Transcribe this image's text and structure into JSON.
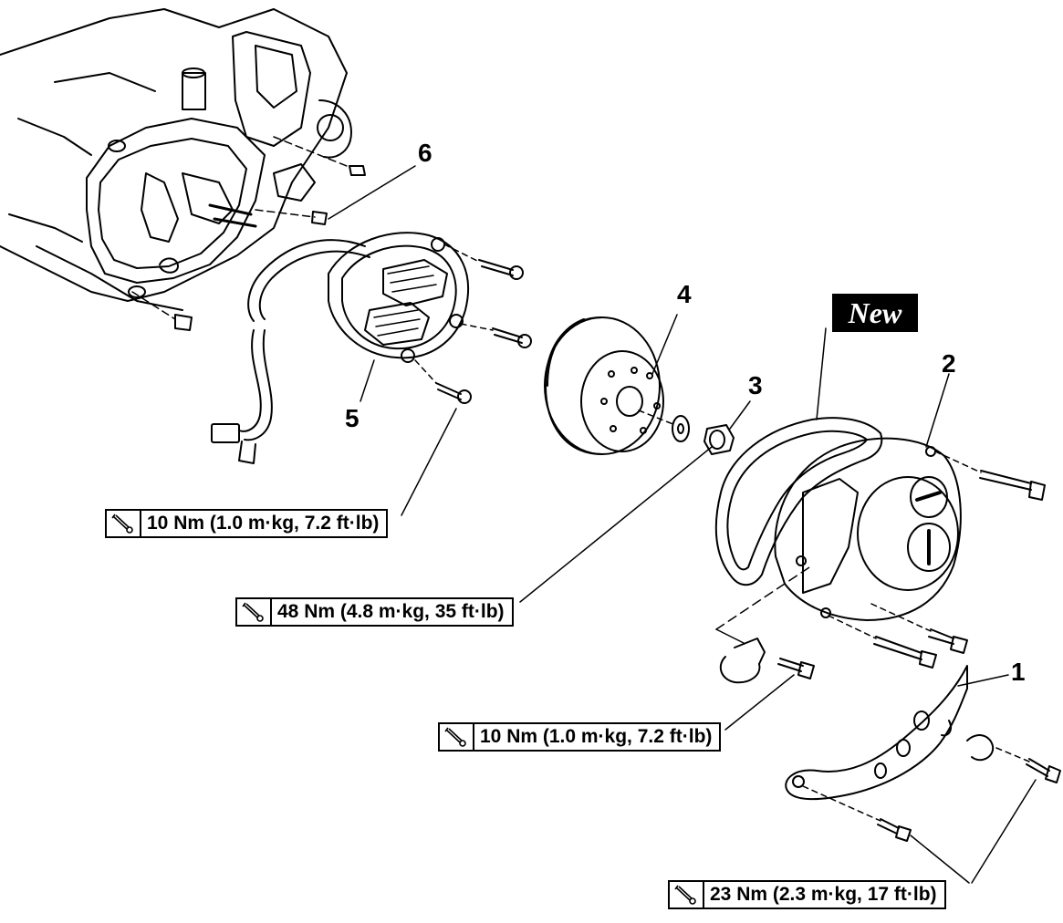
{
  "badge": {
    "new_label": "New"
  },
  "parts": {
    "p1": "1",
    "p2": "2",
    "p3": "3",
    "p4": "4",
    "p5": "5",
    "p6": "6"
  },
  "torques": {
    "stator_bolts": "10 Nm (1.0 m·kg, 7.2 ft·lb)",
    "rotor_nut": "48 Nm (4.8 m·kg, 35 ft·lb)",
    "lead_holder_bolt": "10 Nm (1.0 m·kg, 7.2 ft·lb)",
    "shift_arm_bolts": "23 Nm (2.3 m·kg, 17 ft·lb)"
  },
  "icons": {
    "torque": "torque-wrench-icon"
  }
}
